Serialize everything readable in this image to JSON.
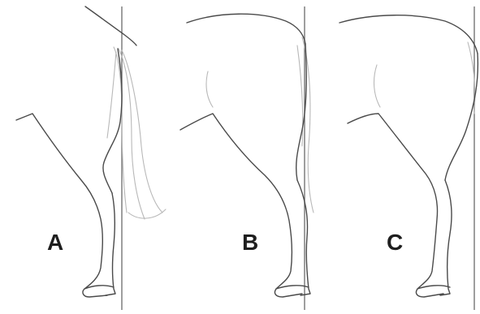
{
  "panels": [
    {
      "label": "A"
    },
    {
      "label": "B"
    },
    {
      "label": "C"
    }
  ],
  "colors": {
    "outline": "#4a4a4a",
    "sketch": "#b8b8b8",
    "plumb_line": "#6b6b6b",
    "label": "#1e1e1e",
    "background": "#ffffff"
  }
}
